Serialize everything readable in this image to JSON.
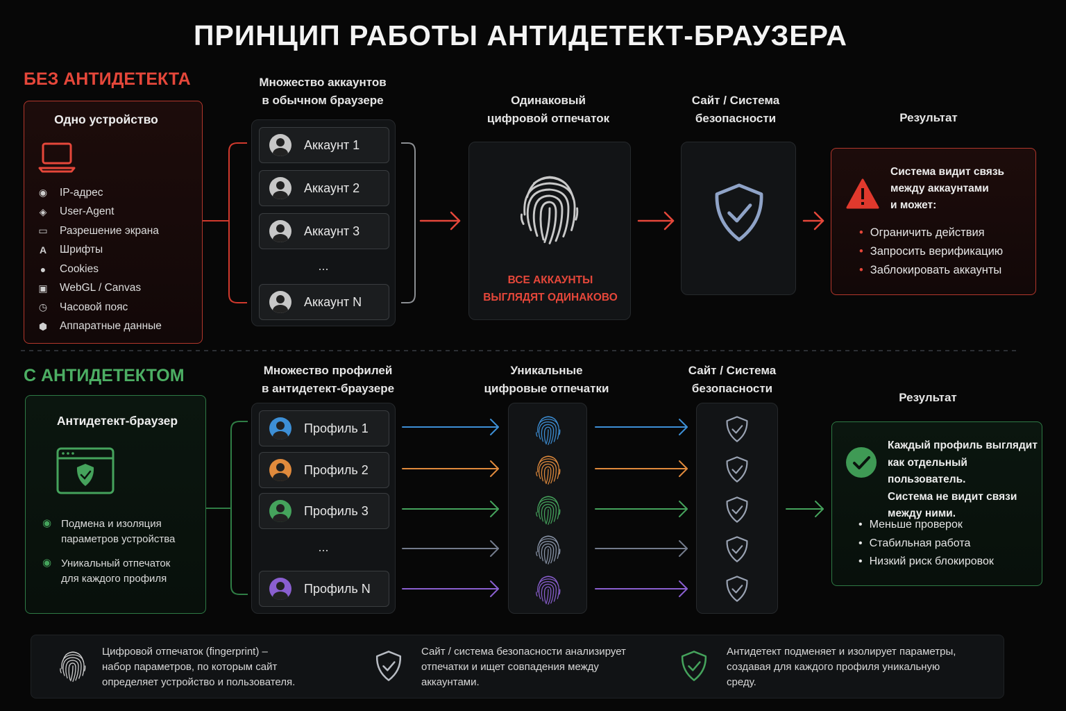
{
  "title": "ПРИНЦИП РАБОТЫ АНТИДЕТЕКТ-БРАУЗЕРА",
  "without": {
    "label": "БЕЗ АНТИДЕТЕКТА",
    "device": {
      "title": "Одно устройство",
      "icon": "laptop-icon",
      "params": [
        {
          "icon": "location-pin-icon",
          "label": "IP-адрес"
        },
        {
          "icon": "browser-agent-icon",
          "label": "User-Agent"
        },
        {
          "icon": "monitor-icon",
          "label": "Разрешение экрана"
        },
        {
          "icon": "font-icon",
          "label": "Шрифты"
        },
        {
          "icon": "cookie-icon",
          "label": "Cookies"
        },
        {
          "icon": "webgl-icon",
          "label": "WebGL / Canvas"
        },
        {
          "icon": "clock-icon",
          "label": "Часовой пояс"
        },
        {
          "icon": "hardware-icon",
          "label": "Аппаратные данные"
        }
      ]
    },
    "accounts_head": "Множество аккаунтов\nв обычном браузере",
    "accounts": [
      "Аккаунт 1",
      "Аккаунт 2",
      "Аккаунт 3",
      "Аккаунт N"
    ],
    "ellipsis": "...",
    "fingerprint_head": "Одинаковый\nцифровой отпечаток",
    "fingerprint_note": "ВСЕ АККАУНТЫ\nВЫГЛЯДЯТ ОДИНАКОВО",
    "security_head": "Сайт / Система\nбезопасности",
    "result_head": "Результат",
    "result_text": "Система видит связь\nмежду аккаунтами\nи может:",
    "result_items": [
      "Ограничить действия",
      "Запросить верификацию",
      "Заблокировать аккаунты"
    ]
  },
  "with": {
    "label": "С АНТИДЕТЕКТОМ",
    "browser": {
      "title": "Антидетект-браузер",
      "features": [
        "Подмена и изоляция\nпараметров устройства",
        "Уникальный отпечаток\nдля каждого профиля"
      ]
    },
    "profiles_head": "Множество профилей\nв антидетект-браузере",
    "profiles": [
      {
        "label": "Профиль 1",
        "color": "#3d8fd6"
      },
      {
        "label": "Профиль 2",
        "color": "#e08a3c"
      },
      {
        "label": "Профиль 3",
        "color": "#45a35c"
      },
      {
        "label": "Профиль N",
        "color": "#8a5fd0"
      }
    ],
    "ellipsis": "...",
    "fingerprints_head": "Уникальные\nцифровые отпечатки",
    "fingerprint_colors": [
      "#3d8fd6",
      "#e08a3c",
      "#45a35c",
      "#8b96aa",
      "#8a5fd0"
    ],
    "security_head": "Сайт / Система\nбезопасности",
    "result_head": "Результат",
    "result_text": "Каждый профиль выглядит\nкак отдельный пользователь.\nСистема не видит связи\nмежду ними.",
    "result_items": [
      "Меньше проверок",
      "Стабильная работа",
      "Низкий риск блокировок"
    ]
  },
  "colors": {
    "red": "#e5473a",
    "green": "#4cae63",
    "gray": "#9aa3b3"
  },
  "footer": [
    {
      "icon": "fingerprint-icon",
      "text": "Цифровой отпечаток (fingerprint) –\nнабор параметров, по которым сайт\nопределяет устройство и пользователя."
    },
    {
      "icon": "shield-icon",
      "text": "Сайт / система безопасности анализирует\nотпечатки и ищет совпадения между\nаккаунтами."
    },
    {
      "icon": "green-shield-icon",
      "text": "Антидетект подменяет и изолирует параметры,\nсоздавая для каждого профиля уникальную\nсреду."
    }
  ]
}
